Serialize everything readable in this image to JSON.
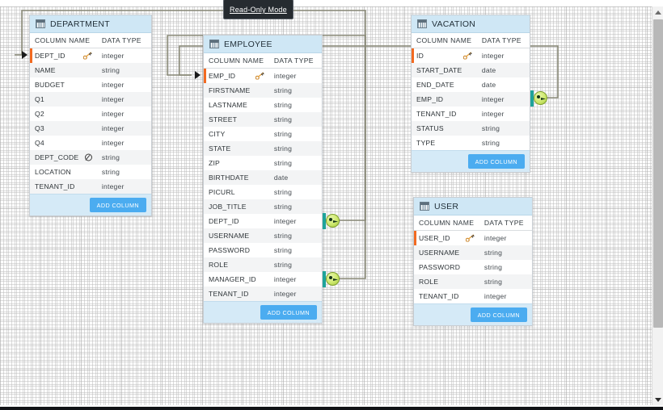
{
  "app": {
    "mode_badge": "Read-Only Mode",
    "accent_color": "#4bacf0",
    "title_bg_color": "#cfe7f5",
    "pk_bar_color": "#f26a21",
    "connector_color": "#8a8a78",
    "fk_anchor_color": "#1fa39a"
  },
  "labels": {
    "column_name": "COLUMN NAME",
    "data_type": "DATA TYPE",
    "add_column": "ADD COLUMN"
  },
  "entities": [
    {
      "name": "DEPARTMENT",
      "columns": [
        {
          "name": "DEPT_ID",
          "type": "integer",
          "key": "primary"
        },
        {
          "name": "NAME",
          "type": "string",
          "key": ""
        },
        {
          "name": "BUDGET",
          "type": "integer",
          "key": ""
        },
        {
          "name": "Q1",
          "type": "integer",
          "key": ""
        },
        {
          "name": "Q2",
          "type": "integer",
          "key": ""
        },
        {
          "name": "Q3",
          "type": "integer",
          "key": ""
        },
        {
          "name": "Q4",
          "type": "integer",
          "key": ""
        },
        {
          "name": "DEPT_CODE",
          "type": "string",
          "key": "unique"
        },
        {
          "name": "LOCATION",
          "type": "string",
          "key": ""
        },
        {
          "name": "TENANT_ID",
          "type": "integer",
          "key": ""
        }
      ]
    },
    {
      "name": "EMPLOYEE",
      "columns": [
        {
          "name": "EMP_ID",
          "type": "integer",
          "key": "primary"
        },
        {
          "name": "FIRSTNAME",
          "type": "string",
          "key": ""
        },
        {
          "name": "LASTNAME",
          "type": "string",
          "key": ""
        },
        {
          "name": "STREET",
          "type": "string",
          "key": ""
        },
        {
          "name": "CITY",
          "type": "string",
          "key": ""
        },
        {
          "name": "STATE",
          "type": "string",
          "key": ""
        },
        {
          "name": "ZIP",
          "type": "string",
          "key": ""
        },
        {
          "name": "BIRTHDATE",
          "type": "date",
          "key": ""
        },
        {
          "name": "PICURL",
          "type": "string",
          "key": ""
        },
        {
          "name": "JOB_TITLE",
          "type": "string",
          "key": ""
        },
        {
          "name": "DEPT_ID",
          "type": "integer",
          "key": "foreign"
        },
        {
          "name": "USERNAME",
          "type": "string",
          "key": ""
        },
        {
          "name": "PASSWORD",
          "type": "string",
          "key": ""
        },
        {
          "name": "ROLE",
          "type": "string",
          "key": ""
        },
        {
          "name": "MANAGER_ID",
          "type": "integer",
          "key": "foreign"
        },
        {
          "name": "TENANT_ID",
          "type": "integer",
          "key": ""
        }
      ]
    },
    {
      "name": "VACATION",
      "columns": [
        {
          "name": "ID",
          "type": "integer",
          "key": "primary"
        },
        {
          "name": "START_DATE",
          "type": "date",
          "key": ""
        },
        {
          "name": "END_DATE",
          "type": "date",
          "key": ""
        },
        {
          "name": "EMP_ID",
          "type": "integer",
          "key": "foreign"
        },
        {
          "name": "TENANT_ID",
          "type": "integer",
          "key": ""
        },
        {
          "name": "STATUS",
          "type": "string",
          "key": ""
        },
        {
          "name": "TYPE",
          "type": "string",
          "key": ""
        }
      ]
    },
    {
      "name": "USER",
      "columns": [
        {
          "name": "USER_ID",
          "type": "integer",
          "key": "primary"
        },
        {
          "name": "USERNAME",
          "type": "string",
          "key": ""
        },
        {
          "name": "PASSWORD",
          "type": "string",
          "key": ""
        },
        {
          "name": "ROLE",
          "type": "string",
          "key": ""
        },
        {
          "name": "TENANT_ID",
          "type": "integer",
          "key": ""
        }
      ]
    }
  ],
  "relationships": [
    {
      "from": "EMPLOYEE.DEPT_ID",
      "to": "DEPARTMENT.DEPT_ID"
    },
    {
      "from": "EMPLOYEE.MANAGER_ID",
      "to": "EMPLOYEE.EMP_ID"
    },
    {
      "from": "VACATION.EMP_ID",
      "to": "EMPLOYEE.EMP_ID"
    }
  ],
  "scrollbar": {
    "up_arrow": "scroll-up",
    "down_arrow": "scroll-down"
  }
}
